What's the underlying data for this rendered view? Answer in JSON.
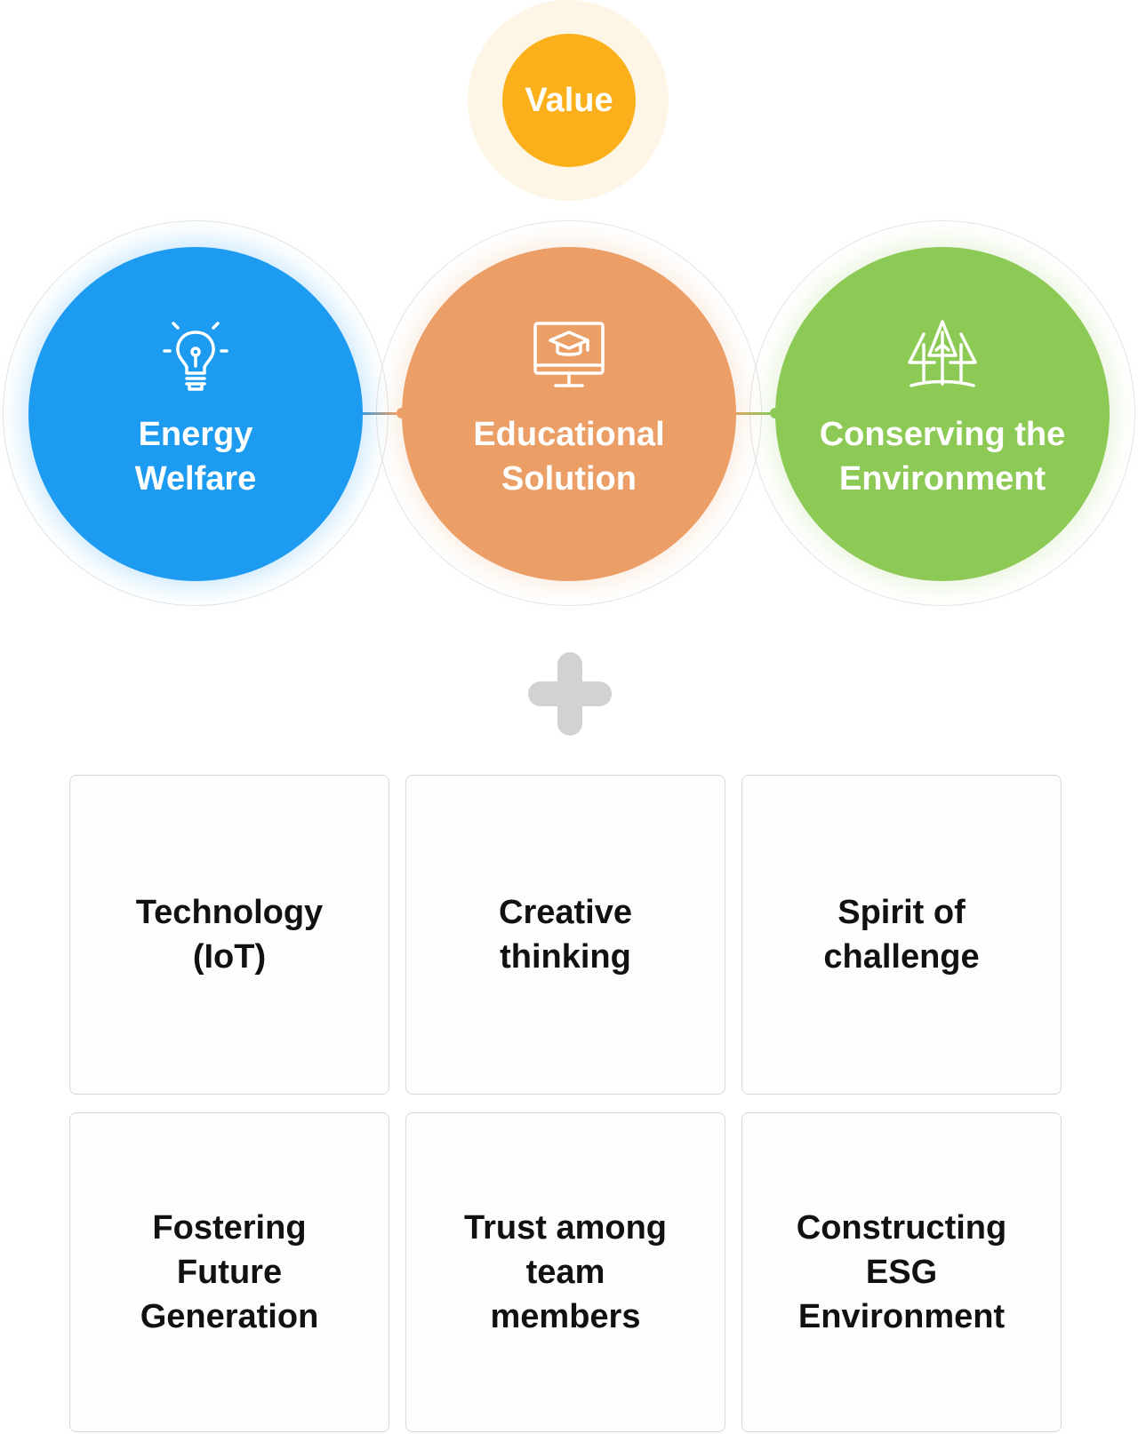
{
  "value_badge": {
    "label": "Value"
  },
  "core_values": [
    {
      "label": "Energy\nWelfare",
      "icon": "lightbulb-icon",
      "color": "#1d9bf0"
    },
    {
      "label": "Educational\nSolution",
      "icon": "graduation-monitor-icon",
      "color": "#eb9e66"
    },
    {
      "label": "Conserving the\nEnvironment",
      "icon": "trees-icon",
      "color": "#8cc955"
    }
  ],
  "plus_icon": "plus-icon",
  "attributes": [
    {
      "label": "Technology\n(IoT)"
    },
    {
      "label": "Creative\nthinking"
    },
    {
      "label": "Spirit of\nchallenge"
    },
    {
      "label": "Fostering\nFuture\nGeneration"
    },
    {
      "label": "Trust among\nteam\nmembers"
    },
    {
      "label": "Constructing\nESG\nEnvironment"
    }
  ]
}
